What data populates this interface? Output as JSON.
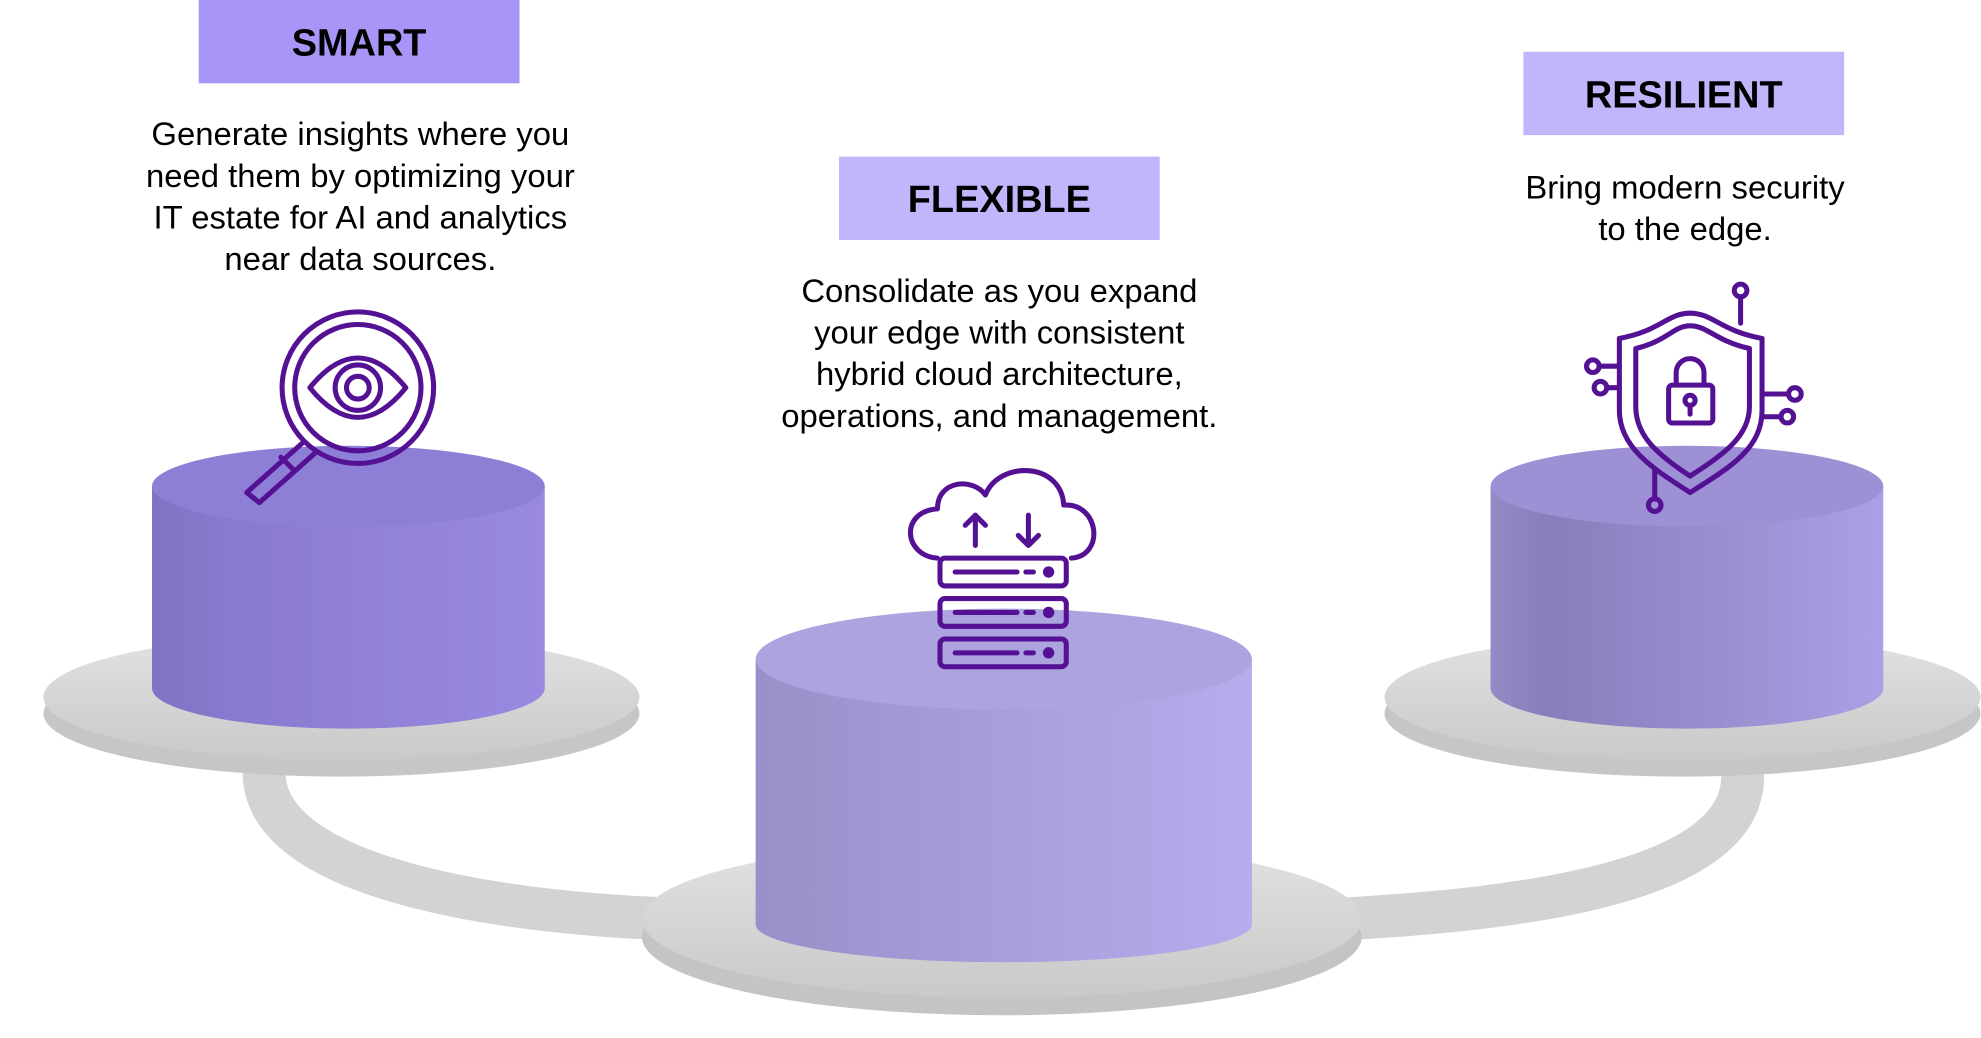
{
  "colors": {
    "title_box_smart": "#a895f7",
    "title_box_other": "#c2b5fb",
    "icon": "#541194",
    "cylinder": "#9b8bdc",
    "platter": "#d6d6d6"
  },
  "pillars": [
    {
      "title": "SMART",
      "lines": [
        "Generate insights where you",
        "need them by optimizing your",
        "IT estate for AI and analytics",
        "near data sources."
      ],
      "icon": "magnifier-eye-icon"
    },
    {
      "title": "FLEXIBLE",
      "lines": [
        "Consolidate as you expand",
        "your edge with consistent",
        "hybrid cloud architecture,",
        "operations, and management."
      ],
      "icon": "cloud-server-icon"
    },
    {
      "title": "RESILIENT",
      "lines": [
        "Bring modern security",
        "to the edge."
      ],
      "icon": "shield-lock-icon"
    }
  ]
}
